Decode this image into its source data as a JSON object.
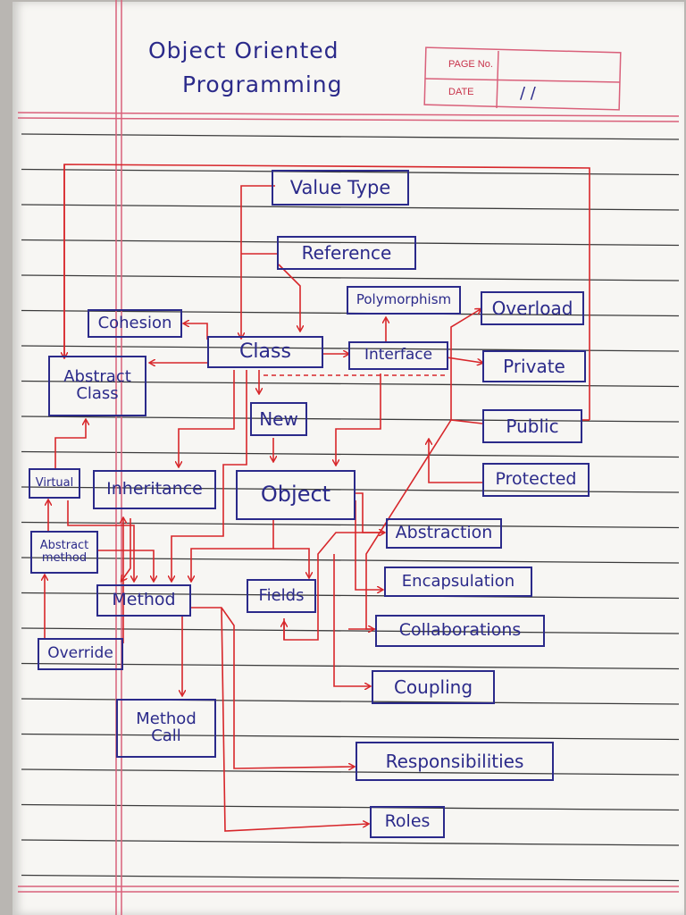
{
  "page": {
    "title_line1": "Object Oriented",
    "title_line2": "Programming",
    "page_no_label": "PAGE No.",
    "date_label": "DATE",
    "date_value": "/ /"
  },
  "nodes": {
    "value_type": "Value Type",
    "reference": "Reference",
    "polymorphism": "Polymorphism",
    "overload": "Overload",
    "cohesion": "Cohesion",
    "class": "Class",
    "interface": "Interface",
    "private": "Private",
    "abstract_class": "Abstract\nClass",
    "new": "New",
    "public": "Public",
    "protected": "Protected",
    "virtual": "Virtual",
    "inheritance": "Inheritance",
    "object": "Object",
    "abstraction": "Abstraction",
    "abstract_method": "Abstract\nmethod",
    "encapsulation": "Encapsulation",
    "method": "Method",
    "fields": "Fields",
    "collaborations": "Collaborations",
    "override": "Override",
    "coupling": "Coupling",
    "method_call": "Method\nCall",
    "responsibilities": "Responsibilities",
    "roles": "Roles"
  },
  "colors": {
    "ink_blue": "#2b2a8a",
    "ink_red": "#d7262a",
    "margin_pink": "#d9607a",
    "rule_line": "#3a3a3a"
  }
}
